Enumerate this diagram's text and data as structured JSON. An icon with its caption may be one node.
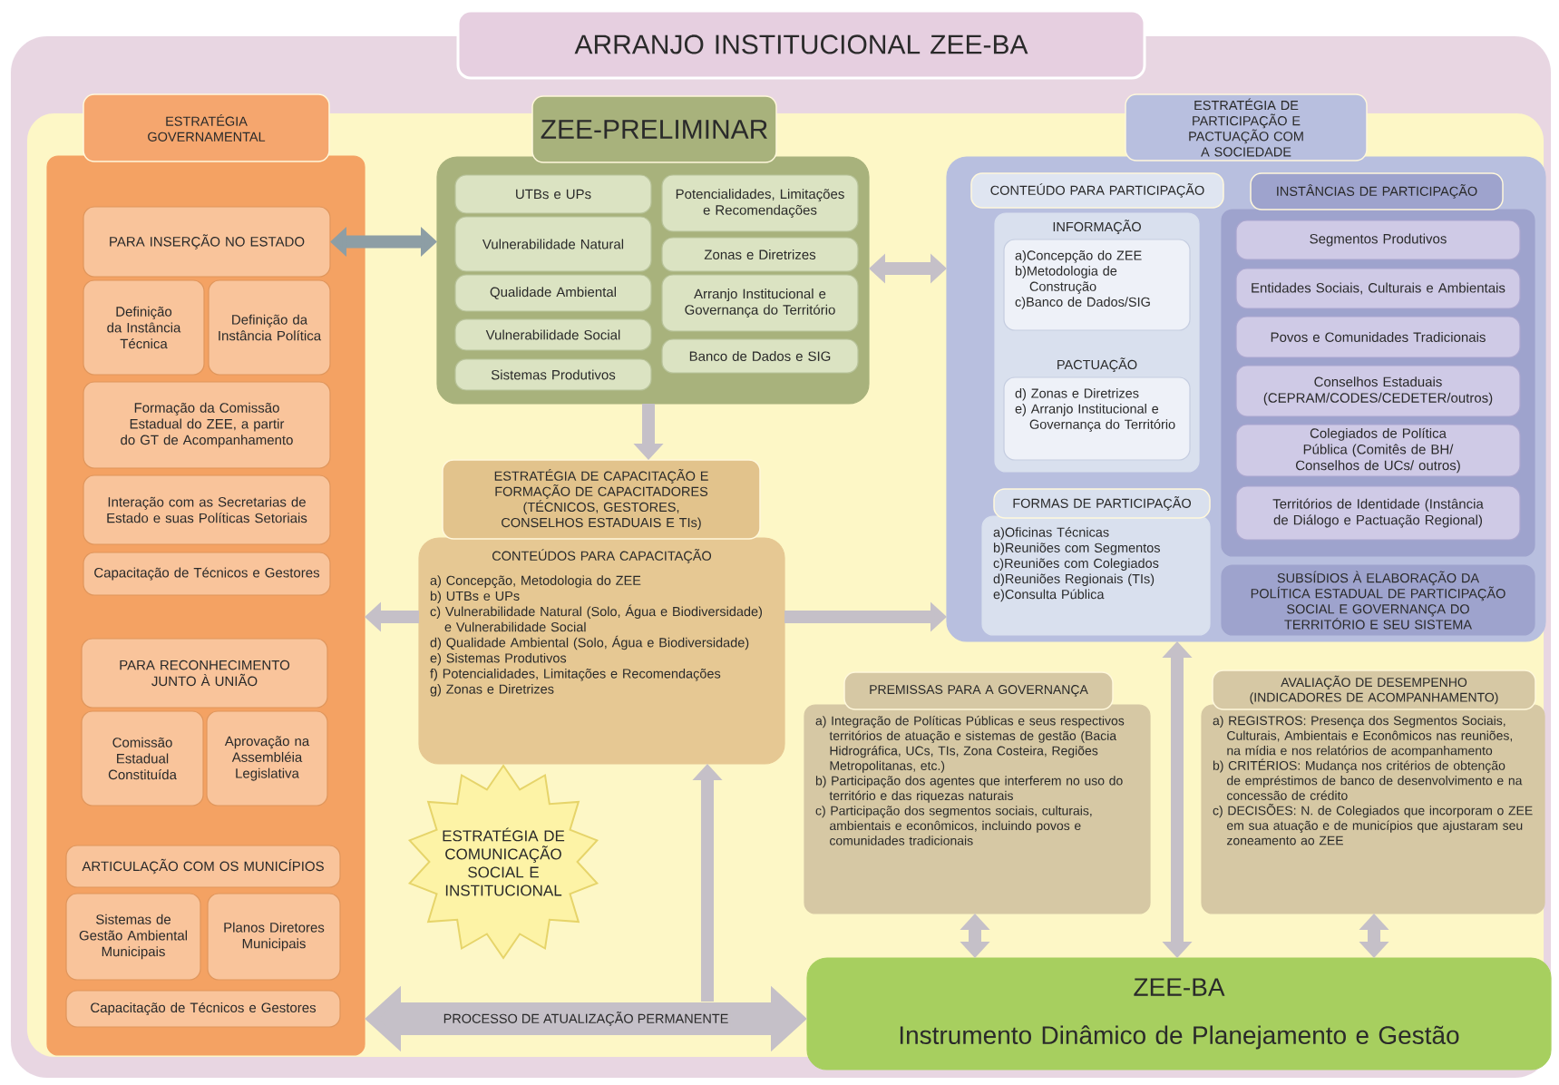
{
  "diagram": {
    "title": "ARRANJO INSTITUCIONAL ZEE-BA",
    "nodes": [
      {
        "text": [
          "ESTRATÉGIA GOVERNAMENTAL"
        ]
      },
      {
        "text": [
          "PARA INSERÇÃO NO ESTADO"
        ],
        "in": 0
      },
      {
        "text": [
          "Definição da Instância Técnica"
        ],
        "in": 0
      },
      {
        "text": [
          "Definição da Instância Política"
        ],
        "in": 0
      },
      {
        "text": [
          "Formação da Comissão Estadual do ZEE, a partir do GT de Acompanhamento"
        ],
        "in": 0
      },
      {
        "text": [
          "Interação com as Secretarias de Estado e suas Políticas Setoriais"
        ],
        "in": 0
      },
      {
        "text": [
          "Capacitação de Técnicos e Gestores"
        ],
        "in": 0
      },
      {
        "text": [
          "PARA RECONHECIMENTO JUNTO À UNIÃO"
        ],
        "in": 0
      },
      {
        "text": [
          "Comissão Estadual Constituída"
        ],
        "in": 0
      },
      {
        "text": [
          "Aprovação na Assembléia Legislativa"
        ],
        "in": 0
      },
      {
        "text": [
          "ARTICULAÇÃO COM OS MUNICÍPIOS"
        ],
        "in": 0
      },
      {
        "text": [
          "Sistemas de Gestão Ambiental Municipais"
        ],
        "in": 0
      },
      {
        "text": [
          "Planos Diretores Municipais"
        ],
        "in": 0
      },
      {
        "text": [
          "Capacitação de Técnicos e Gestores"
        ],
        "in": 0
      },
      {
        "text": [
          "ZEE-PRELIMINAR"
        ]
      },
      {
        "text": [
          "UTBs e UPs"
        ],
        "in": 14
      },
      {
        "text": [
          "Vulnerabilidade Natural"
        ],
        "in": 14
      },
      {
        "text": [
          "Qualidade Ambiental"
        ],
        "in": 14
      },
      {
        "text": [
          "Vulnerabilidade Social"
        ],
        "in": 14
      },
      {
        "text": [
          "Sistemas Produtivos"
        ],
        "in": 14
      },
      {
        "text": [
          "Potencialidades, Limitações e Recomendações"
        ],
        "in": 14
      },
      {
        "text": [
          "Zonas e Diretrizes"
        ],
        "in": 14
      },
      {
        "text": [
          "Arranjo Institucional e Governança do Território"
        ],
        "in": 14
      },
      {
        "text": [
          "Banco de Dados e SIG"
        ],
        "in": 14
      },
      {
        "text": [
          "ESTRATÉGIA DE CAPACITAÇÃO E FORMAÇÃO DE CAPACITADORES (TÉCNICOS, GESTORES, CONSELHOS ESTADUAIS E TIs)",
          "CONTEÚDOS PARA CAPACITAÇÃO",
          "a) Concepção, Metodologia do ZEE",
          "b) UTBs e UPs",
          "c) Vulnerabilidade Natural (Solo, Água e Biodiversidade) e Vulnerabilidade Social",
          "d) Qualidade Ambiental (Solo, Água e Biodiversidade)",
          "e) Sistemas Produtivos",
          "f) Potencialidades, Limitações e Recomendações",
          "g) Zonas e Diretrizes"
        ]
      },
      {
        "text": [
          "ESTRATÉGIA DE PARTICIPAÇÃO E PACTUAÇÃO COM A SOCIEDADE"
        ]
      },
      {
        "text": [
          "CONTEÚDO PARA PARTICIPAÇÃO"
        ],
        "in": 25
      },
      {
        "text": [
          "INFORMAÇÃO",
          "a)Concepção do ZEE",
          "b)Metodologia de Construção",
          "c)Banco de Dados/SIG"
        ],
        "in": 26
      },
      {
        "text": [
          "PACTUAÇÃO",
          "d) Zonas e Diretrizes",
          "e) Arranjo Institucional e Governança do Território"
        ],
        "in": 26
      },
      {
        "text": [
          "FORMAS DE PARTICIPAÇÃO",
          "a)Oficinas Técnicas",
          "b)Reuniões com Segmentos",
          "c)Reuniões com Colegiados",
          "d)Reuniões Regionais (TIs)",
          "e)Consulta Pública"
        ],
        "in": 25
      },
      {
        "text": [
          "INSTÂNCIAS DE PARTICIPAÇÃO"
        ],
        "in": 25
      },
      {
        "text": [
          "Segmentos Produtivos"
        ],
        "in": 30
      },
      {
        "text": [
          "Entidades Sociais, Culturais e Ambientais"
        ],
        "in": 30
      },
      {
        "text": [
          "Povos e Comunidades Tradicionais"
        ],
        "in": 30
      },
      {
        "text": [
          "Conselhos Estaduais (CEPRAM/CODES/CEDETER/outros)"
        ],
        "in": 30
      },
      {
        "text": [
          "Colegiados de Política Pública (Comitês de BH/ Conselhos de UCs/ outros)"
        ],
        "in": 30
      },
      {
        "text": [
          "Territórios de Identidade (Instância de Diálogo e Pactuação Regional)"
        ],
        "in": 30
      },
      {
        "text": [
          "SUBSÍDIOS À ELABORAÇÃO DA POLÍTICA ESTADUAL DE PARTICIPAÇÃO SOCIAL E GOVERNANÇA DO TERRITÓRIO E SEU SISTEMA"
        ],
        "in": 25
      },
      {
        "text": [
          "ESTRATÉGIA DE COMUNICAÇÃO SOCIAL E INSTITUCIONAL"
        ]
      },
      {
        "text": [
          "PREMISSAS PARA A GOVERNANÇA",
          "a) Integração de Políticas Públicas e seus respectivos territórios de atuação e sistemas de gestão (Bacia Hidrográfica, UCs, TIs, Zona Costeira, Regiões Metropolitanas, etc.)",
          "b) Participação dos agentes que interferem no uso do território e das riquezas naturais",
          "c) Participação dos segmentos sociais, culturais, ambientais e econômicos, incluindo povos e comunidades tradicionais"
        ]
      },
      {
        "text": [
          "AVALIAÇÃO DE DESEMPENHO (INDICADORES DE ACOMPANHAMENTO)",
          "a) REGISTROS: Presença dos Segmentos Sociais, Culturais, Ambientais e Econômicos nas reuniões, na mídia e nos relatórios de acompanhamento",
          "b) CRITÉRIOS: Mudança nos critérios de obtenção de empréstimos de banco de desenvolvimento e na concessão de crédito",
          "c) DECISÕES: N. de Colegiados que incorporam o ZEE em sua atuação e de municípios que ajustaram seu zoneamento ao ZEE"
        ]
      },
      {
        "text": [
          "ZEE-BA",
          "Instrumento Dinâmico de Planejamento e Gestão"
        ]
      }
    ],
    "edges": [
      {
        "from": 1,
        "to": 14,
        "arrow": "both",
        "color": "#8d9ea5"
      },
      {
        "from": 14,
        "to": 25,
        "arrow": "both"
      },
      {
        "from": 14,
        "to": 24,
        "arrow": "to"
      },
      {
        "from": 24,
        "to": 0,
        "arrow": "to"
      },
      {
        "from": 24,
        "to": 25,
        "arrow": "to"
      },
      {
        "from": null,
        "to": 24,
        "arrow": "to"
      },
      {
        "from": 0,
        "to": 41,
        "arrow": "both",
        "style": "thick",
        "label": "PROCESSO DE ATUALIZAÇÃO PERMANENTE"
      },
      {
        "from": 39,
        "to": 41,
        "arrow": "both"
      },
      {
        "from": 25,
        "to": 41,
        "arrow": "both"
      },
      {
        "from": 40,
        "to": 41,
        "arrow": "both"
      }
    ]
  }
}
